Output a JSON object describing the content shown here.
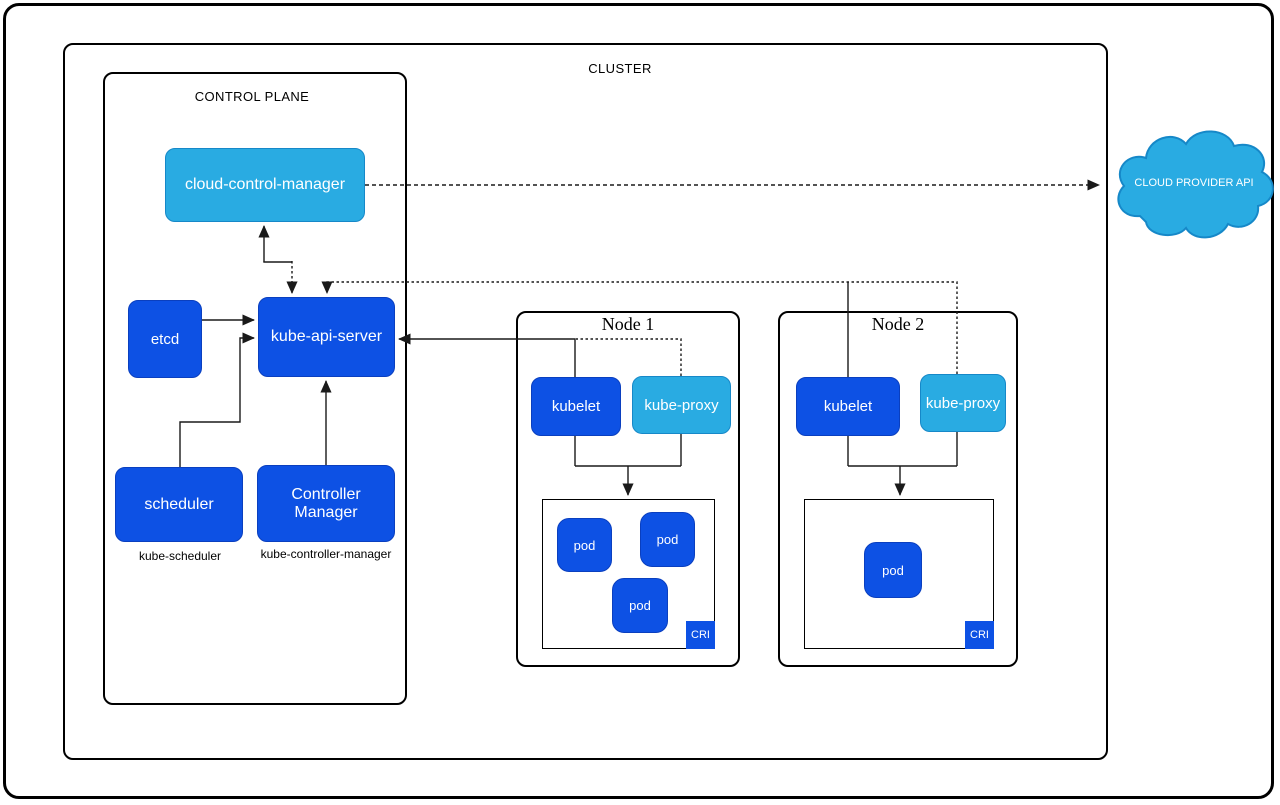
{
  "cluster": {
    "label": "CLUSTER"
  },
  "control_plane": {
    "label": "CONTROL PLANE",
    "cloud_control_manager": "cloud-control-manager",
    "etcd": "etcd",
    "kube_api_server": "kube-api-server",
    "scheduler": "scheduler",
    "scheduler_caption": "kube-scheduler",
    "controller_manager": "Controller Manager",
    "controller_manager_caption": "kube-controller-manager"
  },
  "nodes": [
    {
      "title": "Node 1",
      "kubelet": "kubelet",
      "kube_proxy": "kube-proxy",
      "cri": "CRI",
      "pods": [
        "pod",
        "pod",
        "pod"
      ]
    },
    {
      "title": "Node 2",
      "kubelet": "kubelet",
      "kube_proxy": "kube-proxy",
      "cri": "CRI",
      "pods": [
        "pod"
      ]
    }
  ],
  "cloud_provider": {
    "label": "CLOUD PROVIDER API"
  },
  "colors": {
    "primary_blue": "#0d51e4",
    "light_blue": "#29abe2",
    "cloud_stroke": "#1688c8",
    "line_black": "#1a1a1a"
  }
}
